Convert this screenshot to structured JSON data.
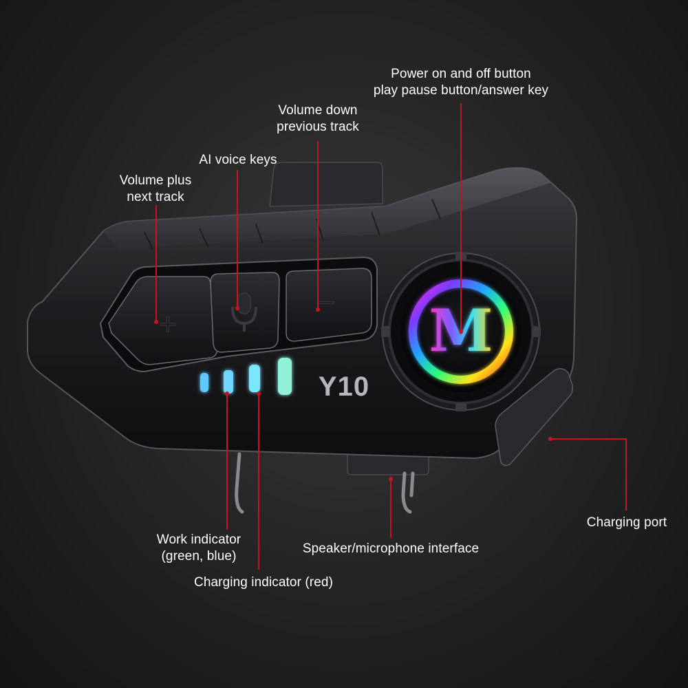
{
  "labels": {
    "power": {
      "line1": "Power on and off button",
      "line2": "play pause button/answer key"
    },
    "volume_down": {
      "line1": "Volume down",
      "line2": "previous track"
    },
    "ai_voice": "AI voice keys",
    "volume_plus": {
      "line1": "Volume plus",
      "line2": "next track"
    },
    "charging_port": "Charging port",
    "work_indicator": {
      "line1": "Work indicator",
      "line2": "(green, blue)"
    },
    "speaker_mic": "Speaker/microphone interface",
    "charging_indicator": "Charging indicator (red)"
  },
  "device": {
    "model": "Y10",
    "logo_letter": "M",
    "button_plus_symbol": "+",
    "button_minus_symbol": "–"
  },
  "colors": {
    "callout_line": "#c8141e",
    "label_text": "#ffffff",
    "led_glow": "#6fd6ff"
  }
}
